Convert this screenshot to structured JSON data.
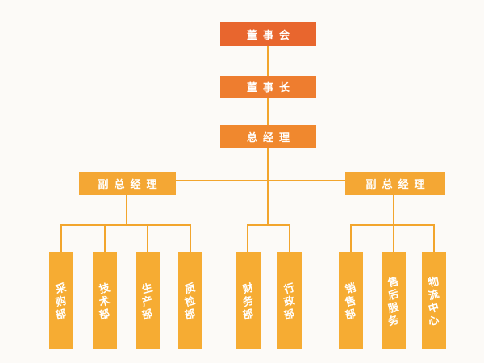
{
  "chart": {
    "kind": "org-chart",
    "nodes": {
      "board": "董事会",
      "chairman": "董事长",
      "general_manager": "总经理",
      "deputy_gm_left": "副总经理",
      "deputy_gm_right": "副总经理"
    },
    "departments": {
      "left": [
        "采购部",
        "技术部",
        "生产部",
        "质检部"
      ],
      "middle": [
        "财务部",
        "行政部"
      ],
      "right": [
        "销售部",
        "售后服务",
        "物流中心"
      ]
    },
    "colors": {
      "level1": "#e8662e",
      "level2": "#ee7d2f",
      "level3": "#f0882e",
      "level4": "#f4a734",
      "department": "#f6ac33",
      "line": "#f2a52d",
      "text": "#ffffff",
      "background": "#fcfaf7"
    }
  }
}
